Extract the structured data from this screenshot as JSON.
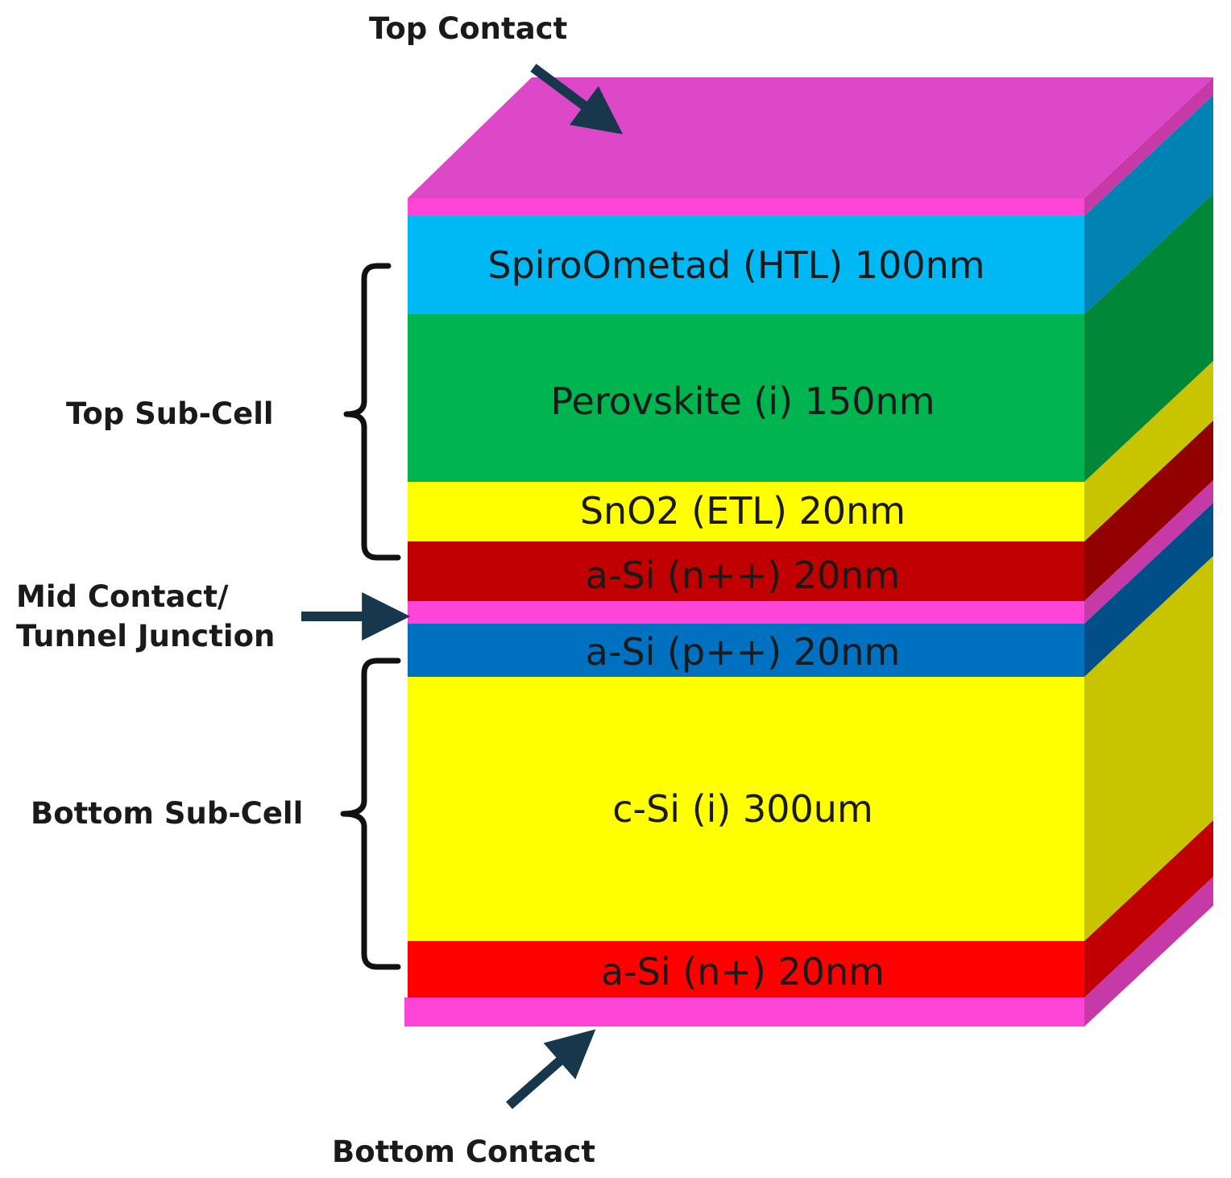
{
  "labels": {
    "top_contact": "Top Contact",
    "bottom_contact": "Bottom Contact",
    "top_sub_cell": "Top Sub-Cell",
    "bottom_sub_cell": "Bottom Sub-Cell",
    "mid_contact_line1": "Mid Contact/",
    "mid_contact_line2": "Tunnel Junction"
  },
  "layers": [
    {
      "id": "top-contact",
      "text": "",
      "front": "#ff44d8",
      "side": "#c63aa8",
      "top": "#dc48c7"
    },
    {
      "id": "spiro",
      "text": "SpiroOmetad (HTL) 100nm",
      "front": "#00b8f4",
      "side": "#0083b2"
    },
    {
      "id": "perovskite",
      "text": "Perovskite (i) 150nm",
      "front": "#00b550",
      "side": "#008838"
    },
    {
      "id": "sno2",
      "text": "SnO2 (ETL) 20nm",
      "front": "#ffff00",
      "side": "#c8c400"
    },
    {
      "id": "a-si-npp",
      "text": "a-Si (n++) 20nm",
      "front": "#c00000",
      "side": "#920000"
    },
    {
      "id": "mid-contact",
      "text": "",
      "front": "#ff44d8",
      "side": "#c63aa8"
    },
    {
      "id": "a-si-ppp",
      "text": "a-Si (p++) 20nm",
      "front": "#0070c0",
      "side": "#004f88"
    },
    {
      "id": "c-si",
      "text": "c-Si (i) 300um",
      "front": "#ffff00",
      "side": "#c8c400"
    },
    {
      "id": "a-si-np",
      "text": "a-Si (n+) 20nm",
      "front": "#ff0000",
      "side": "#c00000"
    },
    {
      "id": "bottom-contact",
      "text": "",
      "front": "#ff44d8",
      "side": "#c63aa8"
    }
  ],
  "colors": {
    "arrow": "#17374d",
    "bracket": "#111111"
  }
}
